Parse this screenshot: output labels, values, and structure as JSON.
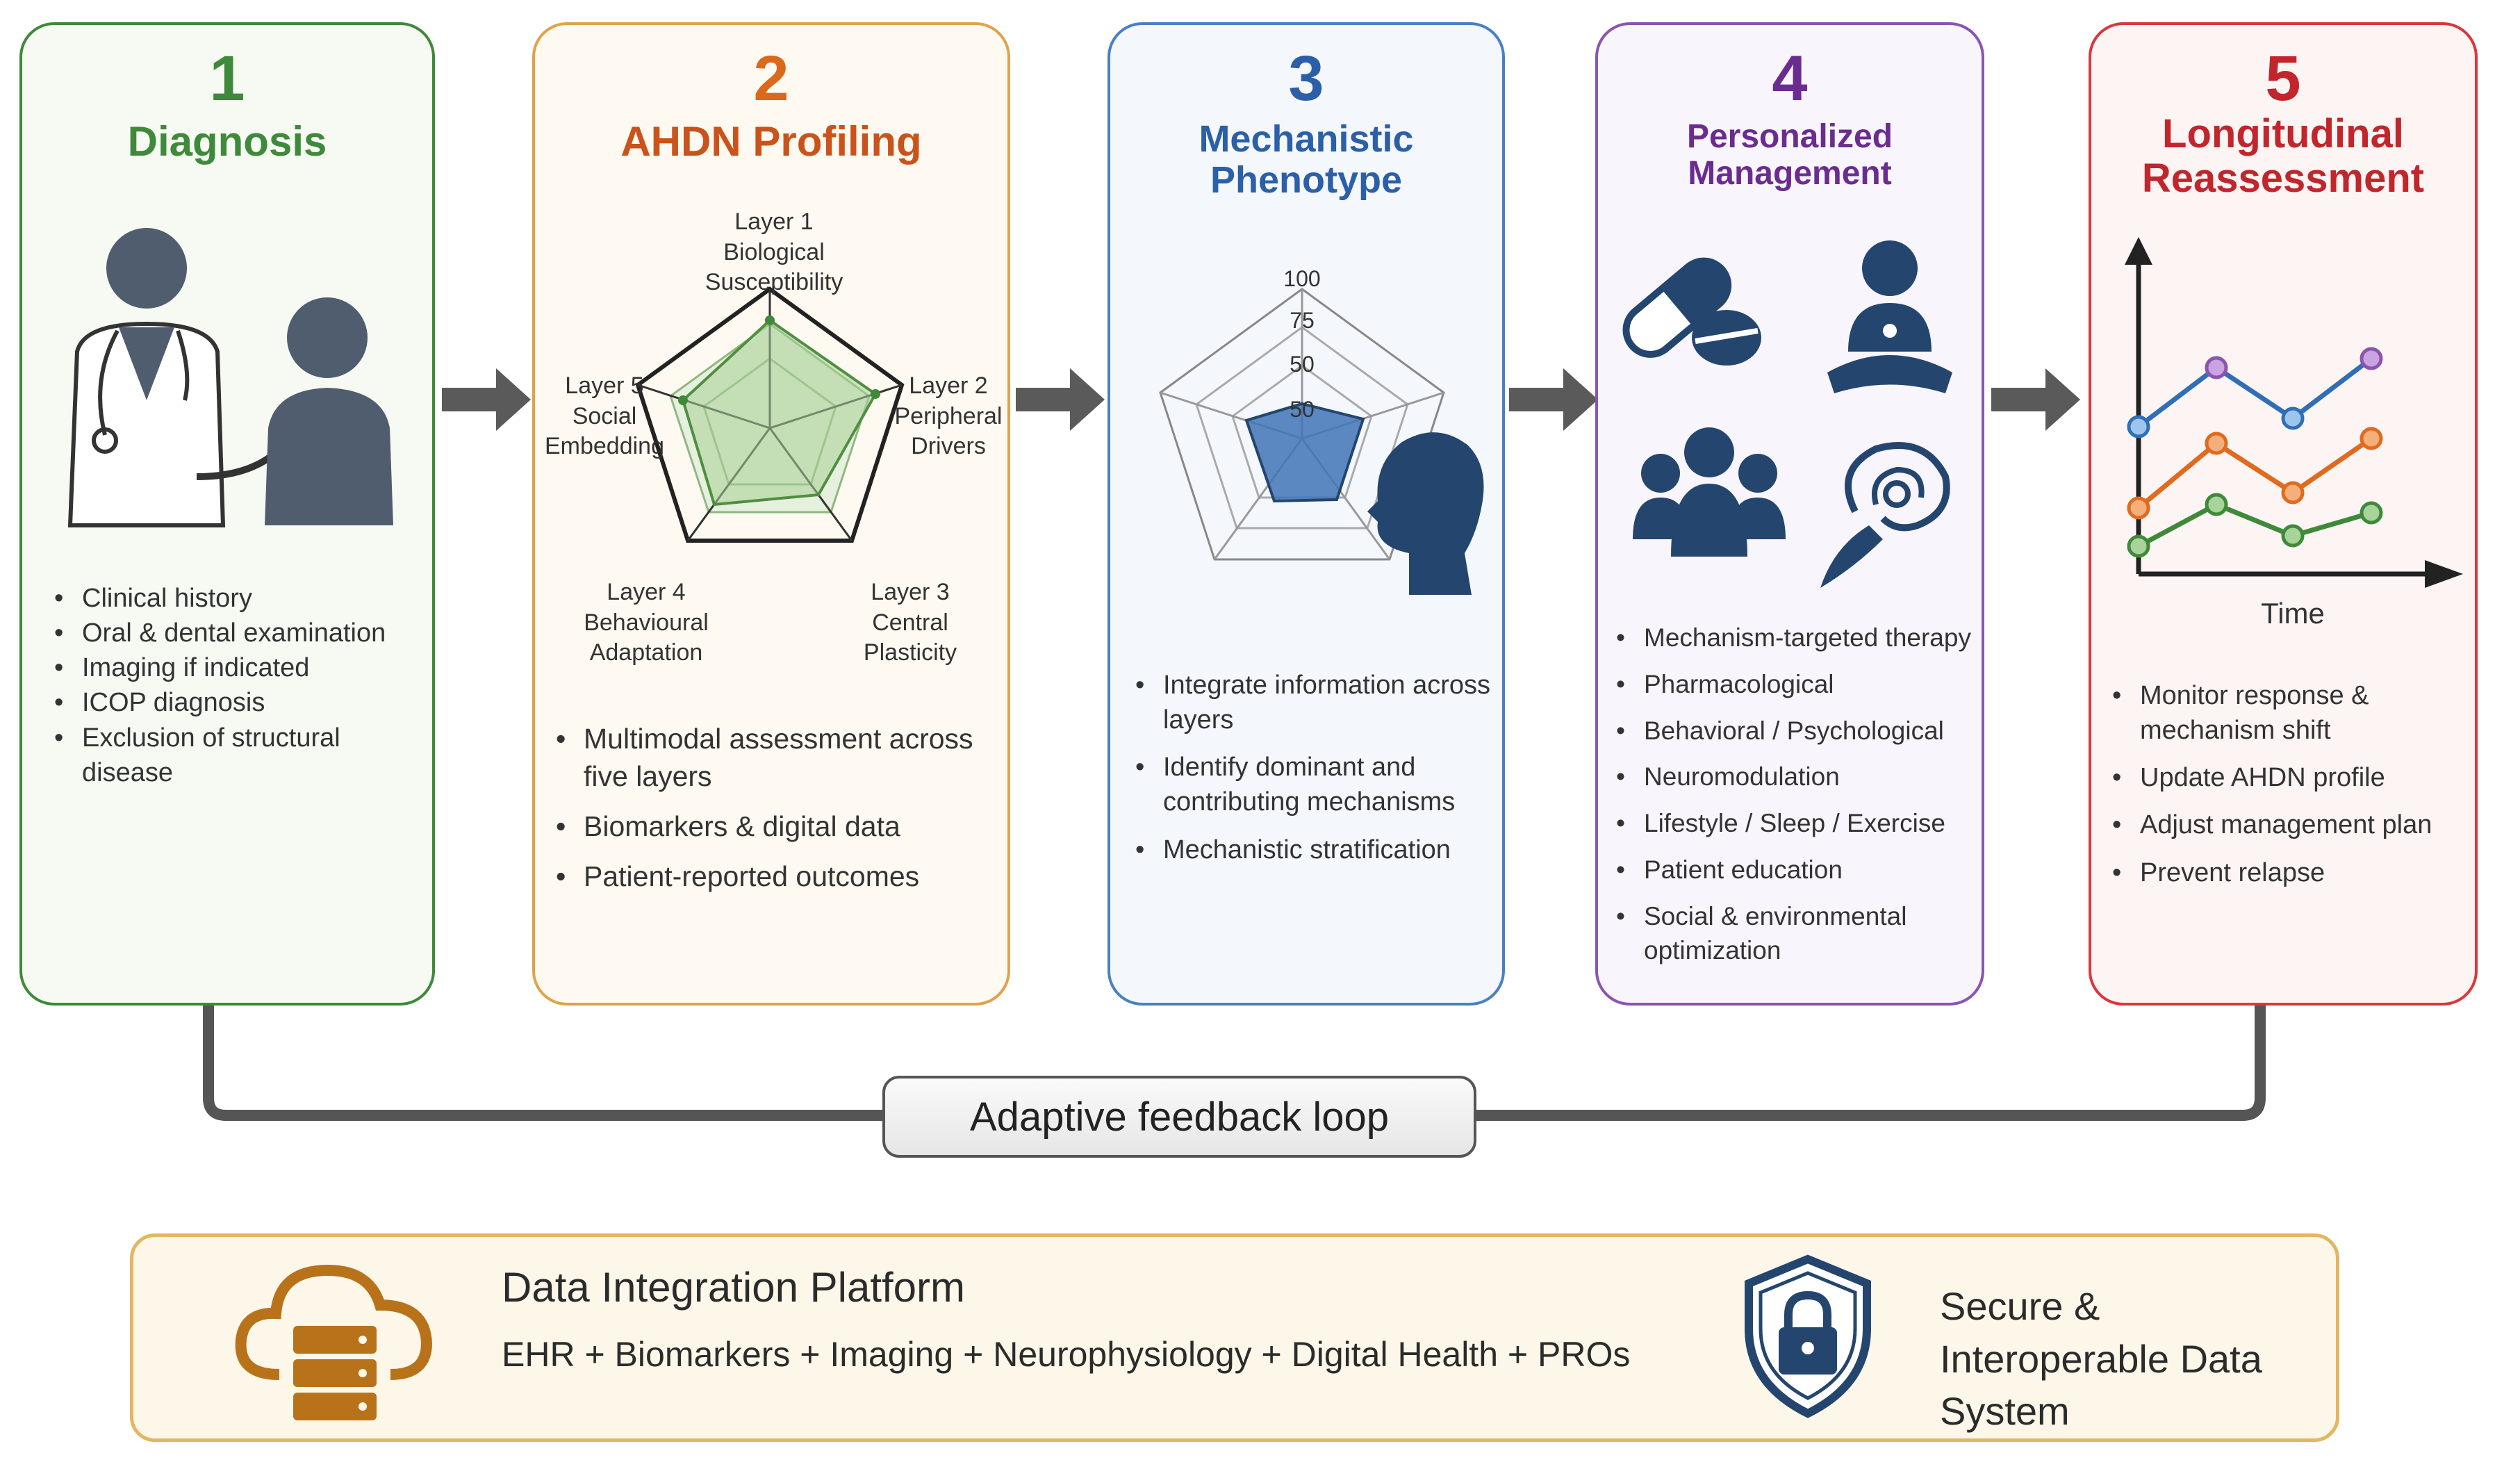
{
  "colors": {
    "green": "#3f8a3a",
    "orange": "#d96a1c",
    "blue": "#2b5fa8",
    "purple": "#6a2d8f",
    "red": "#c0262c",
    "gray": "#555555",
    "gold": "#b8731a",
    "navy": "#24466e"
  },
  "steps": [
    {
      "number": "1",
      "title": "Diagnosis",
      "icon": "doctor-patient-icon",
      "bullets": [
        "Clinical history",
        "Oral & dental examination",
        "Imaging if indicated",
        "ICOP diagnosis",
        "Exclusion of structural disease"
      ]
    },
    {
      "number": "2",
      "title": "AHDN Profiling",
      "icon": "radar-chart-icon",
      "radar_labels": {
        "layer1": "Layer 1\nBiological\nSusceptibility",
        "layer2": "Layer 2\nPeripheral\nDrivers",
        "layer3": "Layer 3\nCentral\nPlasticity",
        "layer4": "Layer 4\nBehavioural\nAdaptation",
        "layer5": "Layer 5\nSocial\nEmbedding"
      },
      "bullets": [
        "Multimodal assessment across five layers",
        "Biomarkers & digital data",
        "Patient-reported outcomes"
      ]
    },
    {
      "number": "3",
      "title": "Mechanistic Phenotype",
      "icon": "radar-head-icon",
      "scale_labels": [
        "100",
        "75",
        "50",
        "50"
      ],
      "bullets": [
        "Integrate information across layers",
        "Identify dominant and contributing mechanisms",
        "Mechanistic stratification"
      ]
    },
    {
      "number": "4",
      "title": "Personalized Management",
      "icons": [
        "pill-icon",
        "meditation-icon",
        "group-icon",
        "brain-stimulation-icon"
      ],
      "bullets": [
        "Mechanism-targeted therapy",
        "Pharmacological",
        "Behavioral / Psychological",
        "Neuromodulation",
        "Lifestyle / Sleep / Exercise",
        "Patient education",
        "Social & environmental optimization"
      ]
    },
    {
      "number": "5",
      "title": "Longitudinal Reassessment",
      "icon": "line-chart-icon",
      "x_axis_label": "Time",
      "bullets": [
        "Monitor response & mechanism shift",
        "Update AHDN profile",
        "Adjust management plan",
        "Prevent relapse"
      ]
    }
  ],
  "feedback_loop": {
    "label": "Adaptive feedback loop"
  },
  "platform": {
    "title": "Data Integration Platform",
    "subtitle": "EHR + Biomarkers + Imaging + Neurophysiology + Digital Health + PROs",
    "secure_label": "Secure & Interoperable Data System",
    "icons": [
      "cloud-database-icon",
      "shield-lock-icon"
    ]
  }
}
